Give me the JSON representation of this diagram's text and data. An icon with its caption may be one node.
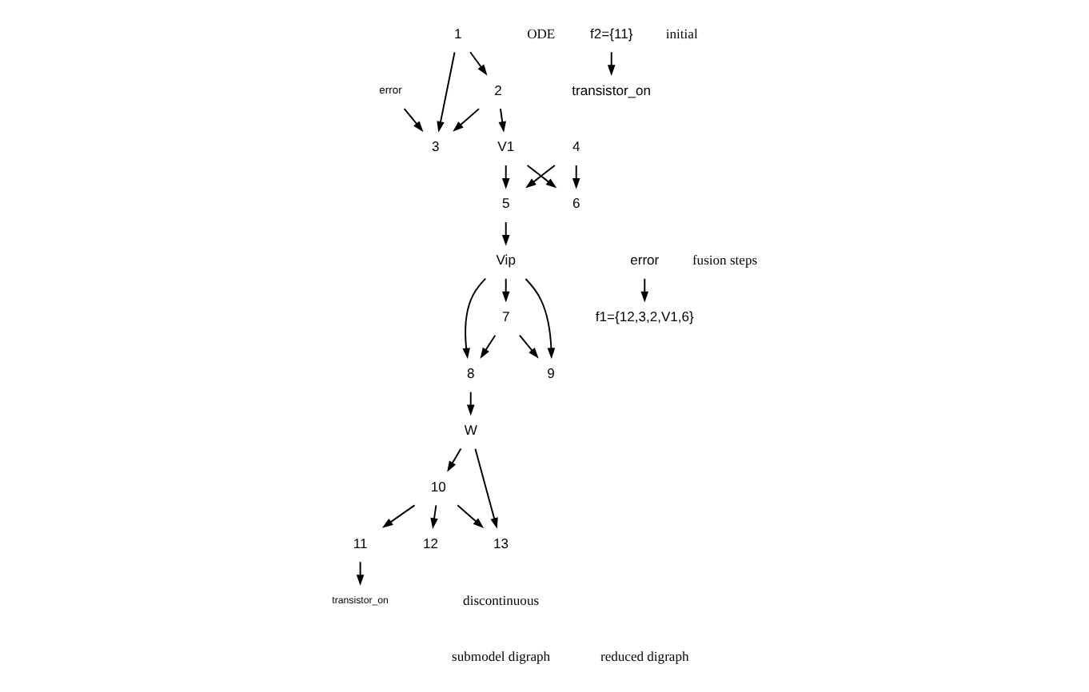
{
  "diagram": {
    "nodes": [
      {
        "text": [
          "1"
        ]
      },
      {
        "text": [
          "2"
        ]
      },
      {
        "text": [
          "error"
        ]
      },
      {
        "text": [
          "12"
        ]
      },
      {
        "text": [
          "3"
        ]
      },
      {
        "text": [
          "V1"
        ]
      },
      {
        "text": [
          "4"
        ]
      },
      {
        "text": [
          "11"
        ]
      },
      {
        "text": [
          "5"
        ]
      },
      {
        "text": [
          "6"
        ]
      },
      {
        "text": [
          "Vip"
        ]
      },
      {
        "text": [
          "transistor_on"
        ]
      },
      {
        "text": [
          "7"
        ]
      },
      {
        "text": [
          "8"
        ]
      },
      {
        "text": [
          "9"
        ]
      },
      {
        "text": [
          "W"
        ]
      },
      {
        "text": [
          "10"
        ]
      },
      {
        "text": [
          "13"
        ]
      },
      {
        "text": [
          "f2={11}"
        ]
      },
      {
        "text": [
          "error"
        ]
      },
      {
        "text": [
          "transistor_on"
        ]
      },
      {
        "text": [
          "f1={12,3,2,V1,6}"
        ]
      }
    ],
    "edges": [
      {
        "from": 0,
        "to": 1,
        "arrow": "to"
      },
      {
        "from": 0,
        "to": 4,
        "arrow": "to"
      },
      {
        "from": 2,
        "to": 4,
        "arrow": "to"
      },
      {
        "from": 1,
        "to": 4,
        "arrow": "to"
      },
      {
        "from": 1,
        "to": 5,
        "arrow": "to"
      },
      {
        "from": 6,
        "to": 8,
        "arrow": "to"
      },
      {
        "from": 6,
        "to": 9,
        "arrow": "to"
      },
      {
        "from": 5,
        "to": 8,
        "arrow": "to"
      },
      {
        "from": 5,
        "to": 9,
        "arrow": "to"
      },
      {
        "from": 7,
        "to": 11,
        "arrow": "to"
      },
      {
        "from": 8,
        "to": 10,
        "arrow": "to"
      },
      {
        "from": 10,
        "to": 12,
        "arrow": "to"
      },
      {
        "from": 10,
        "to": 13,
        "arrow": "to"
      },
      {
        "from": 10,
        "to": 14,
        "arrow": "to"
      },
      {
        "from": 12,
        "to": 14,
        "arrow": "to"
      },
      {
        "from": 12,
        "to": 13,
        "arrow": "to"
      },
      {
        "from": 13,
        "to": 15,
        "arrow": "to"
      },
      {
        "from": 15,
        "to": 16,
        "arrow": "to"
      },
      {
        "from": 15,
        "to": 17,
        "arrow": "to"
      },
      {
        "from": 16,
        "to": 17,
        "arrow": "to"
      },
      {
        "from": 16,
        "to": 7,
        "arrow": "to"
      },
      {
        "from": 16,
        "to": 3,
        "arrow": "to"
      },
      {
        "from": 19,
        "to": 21,
        "arrow": "to"
      },
      {
        "from": 18,
        "to": 20,
        "arrow": "to"
      }
    ],
    "labels": [
      "initial",
      "ODE",
      "fusion steps",
      "discontinuous",
      "submodel digraph",
      "reduced digraph"
    ]
  }
}
